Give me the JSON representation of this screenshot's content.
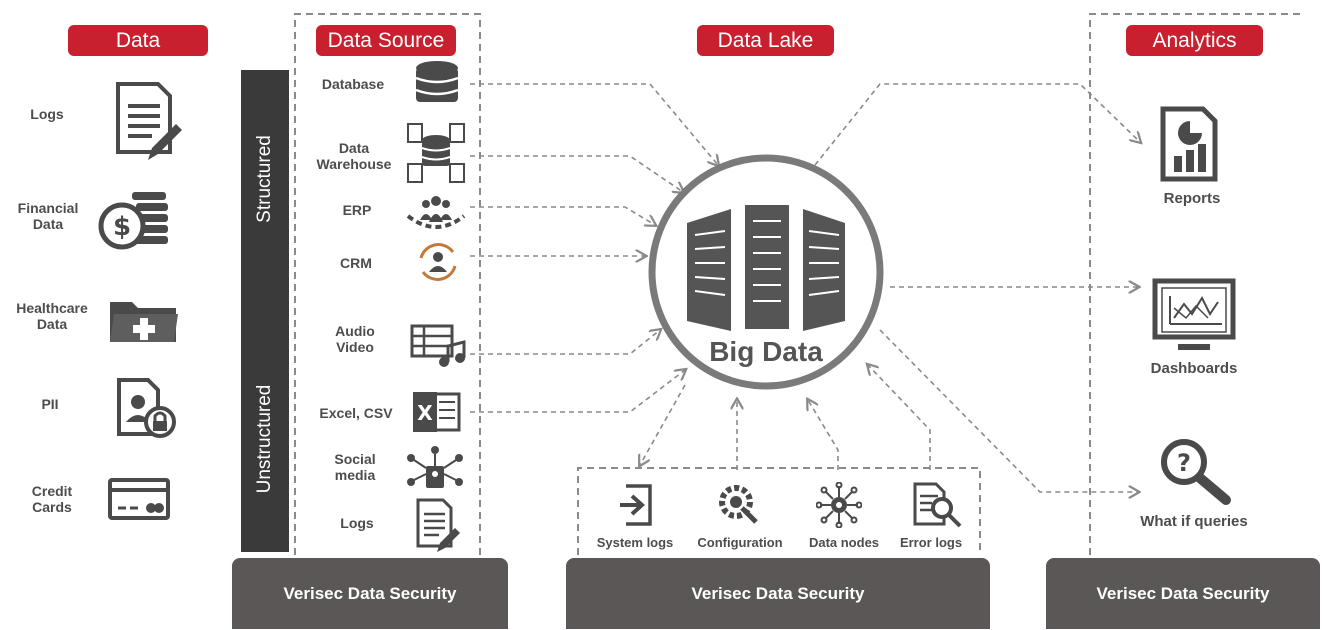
{
  "columns": {
    "data": "Data",
    "source": "Data Source",
    "lake": "Data Lake",
    "analytics": "Analytics"
  },
  "data_items": [
    "Logs",
    "Financial Data",
    "Healthcare Data",
    "PII",
    "Credit Cards"
  ],
  "side_labels": {
    "structured": "Structured",
    "unstructured": "Unstructured"
  },
  "source_items": [
    "Database",
    "Data Warehouse",
    "ERP",
    "CRM",
    "Audio Video",
    "Excel, CSV",
    "Social media",
    "Logs"
  ],
  "center": {
    "label": "Big Data"
  },
  "lake_items": [
    "System logs",
    "Configuration",
    "Data nodes",
    "Error logs"
  ],
  "analytics_items": [
    "Reports",
    "Dashboards",
    "What if queries"
  ],
  "footer": {
    "security_1": "Verisec Data Security",
    "security_2": "Verisec Data Security",
    "security_3": "Verisec Data Security"
  },
  "colors": {
    "accent": "#c8202f",
    "dark": "#5b5757",
    "icon": "#4a4a4a"
  }
}
